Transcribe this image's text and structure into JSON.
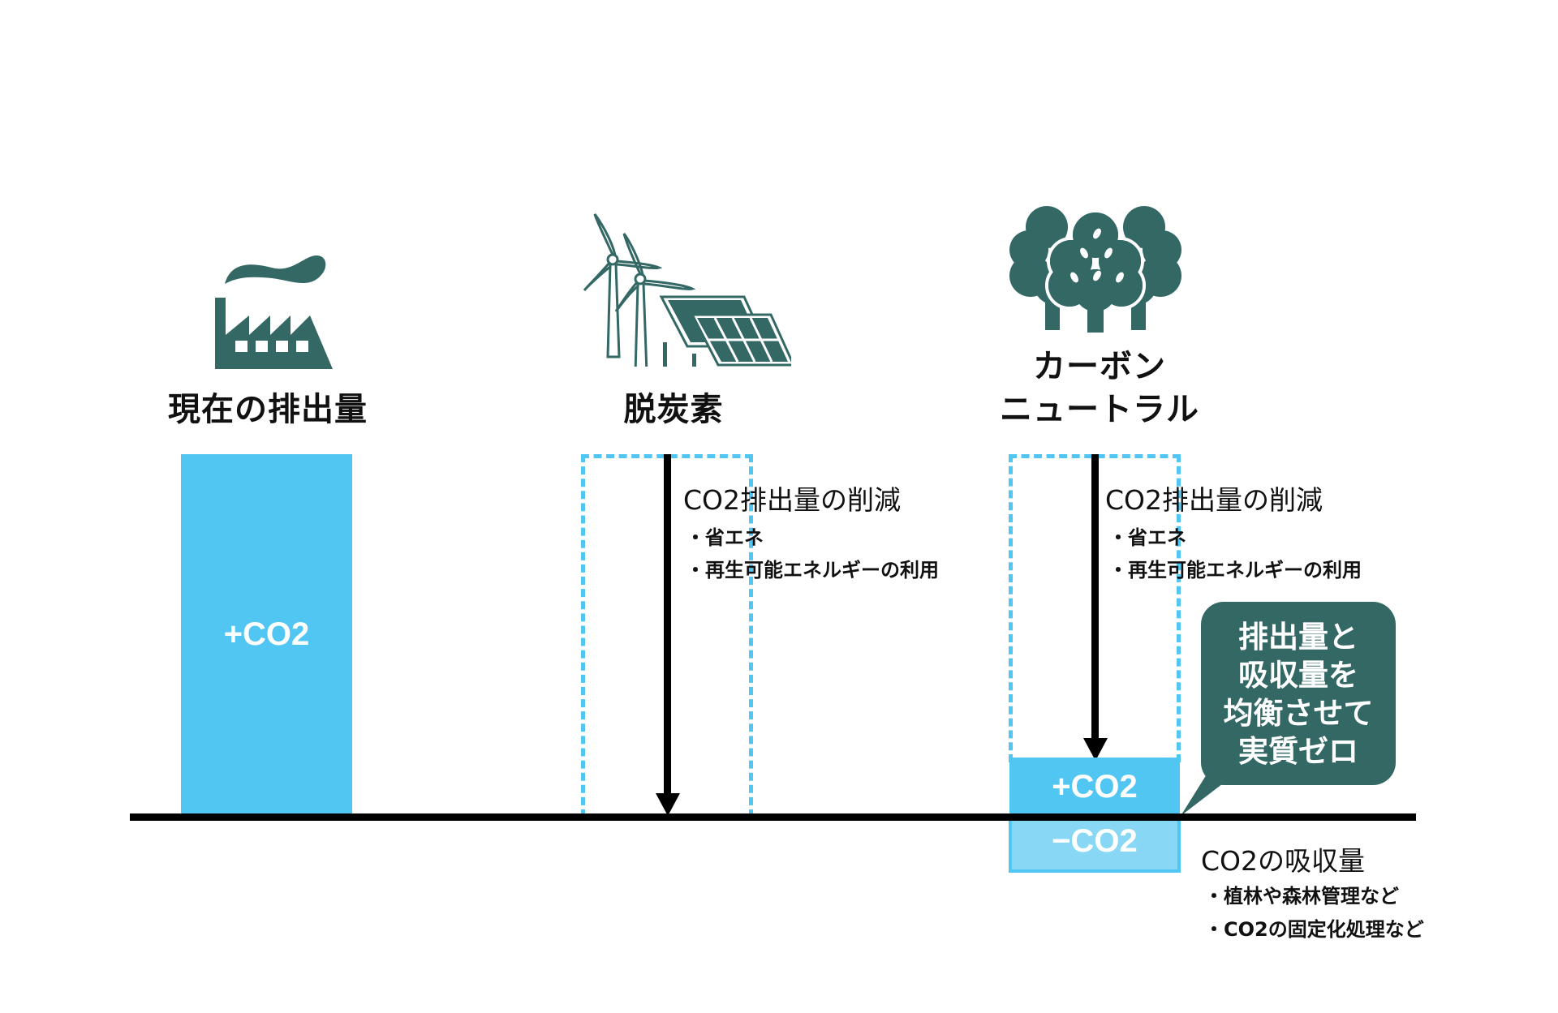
{
  "colors": {
    "icon_teal": "#336865",
    "bar_blue": "#52c6f2",
    "bar_blue_light": "#88d8f5",
    "axis_black": "#000000",
    "callout_bg": "#336865"
  },
  "columns": [
    {
      "icon": "factory-icon",
      "heading": "現在の排出量",
      "bar_label": "+CO2"
    },
    {
      "icon": "wind-solar-icon",
      "heading": "脱炭素",
      "reduction_title": "CO2排出量の削減",
      "reduction_items": [
        "・省エネ",
        "・再生可能エネルギーの利用"
      ]
    },
    {
      "icon": "trees-icon",
      "heading_line1": "カーボン",
      "heading_line2": "ニュートラル",
      "reduction_title": "CO2排出量の削減",
      "reduction_items": [
        "・省エネ",
        "・再生可能エネルギーの利用"
      ],
      "positive_label": "+CO2",
      "negative_label": "−CO2",
      "absorption_title": "CO2の吸収量",
      "absorption_items": [
        "・植林や森林管理など",
        "・CO2の固定化処理など"
      ],
      "callout_lines": [
        "排出量と",
        "吸収量を",
        "均衡させて",
        "実質ゼロ"
      ]
    }
  ]
}
